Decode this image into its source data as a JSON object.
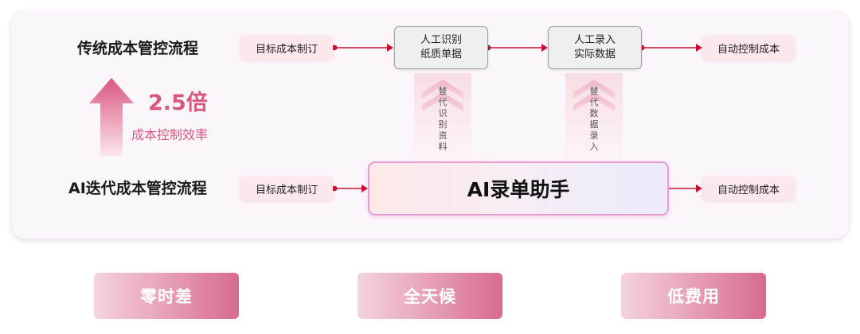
{
  "traditional": {
    "title": "传统成本管控流程",
    "target_cost": "目标成本制订",
    "step1_line1": "人工识别",
    "step1_line2": "纸质单据",
    "step2_line1": "人工录入",
    "step2_line2": "实际数据",
    "auto_control": "自动控制成本"
  },
  "ai": {
    "title": "AI迭代成本管控流程",
    "target_cost": "目标成本制订",
    "assistant": "AI录单助手",
    "auto_control": "自动控制成本"
  },
  "replace": {
    "left": "替代识别资料",
    "right": "替代数据录入"
  },
  "efficiency": {
    "value": "2.5倍",
    "label": "成本控制效率"
  },
  "benefits": [
    "零时差",
    "全天候",
    "低费用"
  ],
  "colors": {
    "accent": "#d9577e",
    "arrow": "#c8102e",
    "pill_bg": "#fbe8ed",
    "panel_bg": "#fbf6fb"
  }
}
